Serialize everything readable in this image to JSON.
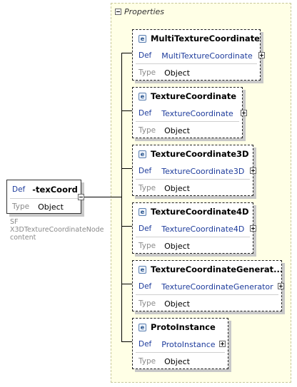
{
  "properties_label": "Properties",
  "main_element": {
    "def_tag": "Def",
    "name": "-texCoord",
    "type_tag": "Type",
    "type_value": "Object",
    "annotations": [
      "SF",
      "X3DTextureCoordinateNode",
      "content"
    ]
  },
  "children": [
    {
      "title": "MultiTextureCoordinate",
      "def_tag": "Def",
      "def_value": "MultiTextureCoordinate",
      "type_tag": "Type",
      "type_value": "Object"
    },
    {
      "title": "TextureCoordinate",
      "def_tag": "Def",
      "def_value": "TextureCoordinate",
      "type_tag": "Type",
      "type_value": "Object"
    },
    {
      "title": "TextureCoordinate3D",
      "def_tag": "Def",
      "def_value": "TextureCoordinate3D",
      "type_tag": "Type",
      "type_value": "Object"
    },
    {
      "title": "TextureCoordinate4D",
      "def_tag": "Def",
      "def_value": "TextureCoordinate4D",
      "type_tag": "Type",
      "type_value": "Object"
    },
    {
      "title": "TextureCoordinateGenerat...",
      "def_tag": "Def",
      "def_value": "TextureCoordinateGenerator",
      "type_tag": "Type",
      "type_value": "Object"
    },
    {
      "title": "ProtoInstance",
      "def_tag": "Def",
      "def_value": "ProtoInstance",
      "type_tag": "Type",
      "type_value": "Object"
    }
  ],
  "icons": {
    "element": "element-icon",
    "expand": "plus-box-icon",
    "collapse": "minus-box-icon"
  }
}
